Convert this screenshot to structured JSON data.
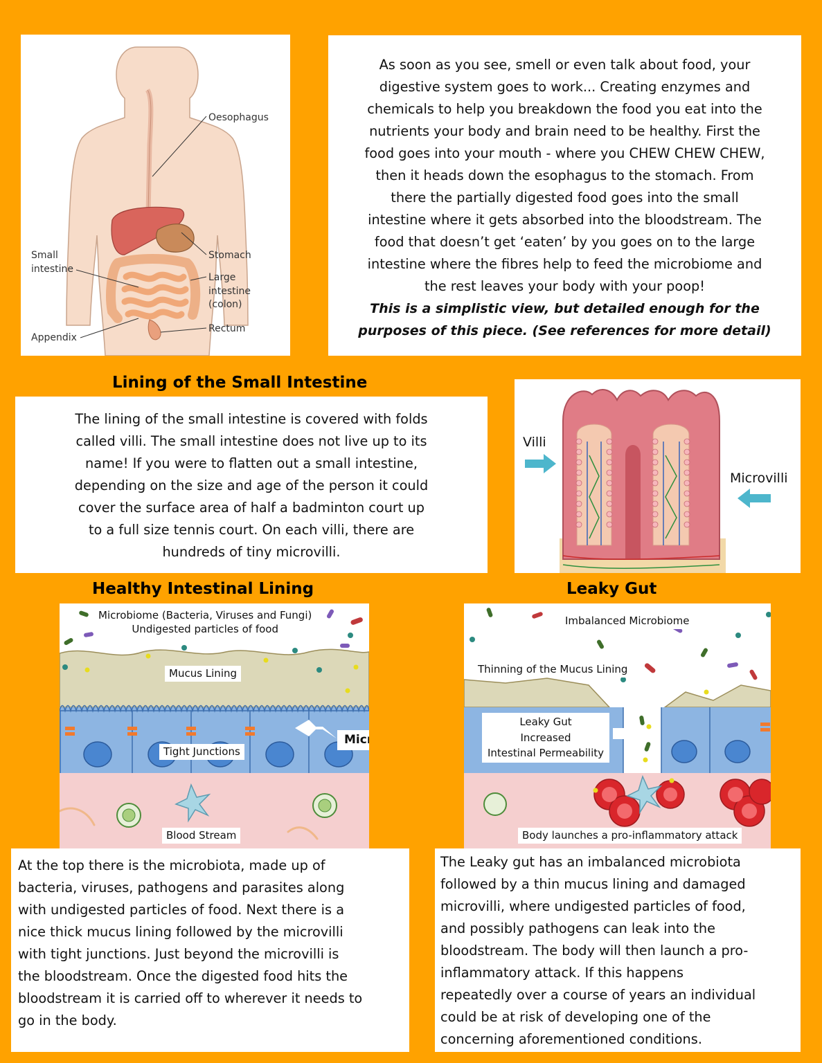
{
  "anatomy": {
    "labels": {
      "oesophagus": "Oesophagus",
      "stomach": "Stomach",
      "small_intestine": "Small\nintestine",
      "large_intestine": "Large\nintestine\n(colon)",
      "rectum": "Rectum",
      "appendix": "Appendix"
    }
  },
  "intro": {
    "body": "As soon as you see, smell or even talk about food, your\ndigestive system goes to work...  Creating enzymes and\nchemicals to help you breakdown the food you eat into the\nnutrients your body and brain need to be healthy. First the\nfood goes into your mouth - where you CHEW CHEW CHEW,\nthen it heads down the esophagus to the stomach.  From\nthere the partially digested food goes into the small\nintestine where it gets absorbed into the bloodstream.  The\nfood that doesn’t get ‘eaten’ by you goes on to the large\nintestine where the fibres help to feed the microbiome and\nthe rest leaves your body with your poop!",
    "emphasis": "This is a simplistic view, but detailed enough for the\npurposes of this piece. (See references for more detail)"
  },
  "lining": {
    "heading": "Lining of the Small Intestine",
    "body": "The lining of the small intestine is covered with folds\ncalled villi.  The small intestine does not live up to its\nname!  If you were to flatten out a small intestine,\ndepending on the size and age of the person it could\ncover the surface area of half a badminton court up\nto a full size tennis court.  On each villi, there are\nhundreds of tiny microvilli.",
    "villi_label": "Villi",
    "microvilli_label": "Microvilli"
  },
  "healthy": {
    "heading": "Healthy Intestinal Lining",
    "labels": {
      "microbiome": "Microbiome (Bacteria, Viruses and Fungi)\nUndigested particles of food",
      "mucus": "Mucus Lining",
      "microvilli": "Microvilli",
      "junctions": "Tight Junctions",
      "blood": "Blood Stream"
    },
    "body": "At the top there is the microbiota, made up of\nbacteria, viruses, pathogens and parasites along\nwith undigested particles of food.  Next there is a\nnice thick mucus lining followed by the microvilli\nwith tight junctions.  Just beyond the microvilli is\nthe bloodstream.  Once the digested food hits the\nbloodstream it is carried off to wherever it needs to\ngo in the body."
  },
  "leaky": {
    "heading": "Leaky Gut",
    "labels": {
      "imbalanced": "Imbalanced Microbiome",
      "thinning": "Thinning of the Mucus Lining",
      "leaky": "Leaky Gut\nIncreased\nIntestinal Permeability",
      "attack": "Body launches a pro-inflammatory attack"
    },
    "body": "The Leaky gut has an imbalanced microbiota\nfollowed by a thin mucus lining and damaged\nmicrovilli, where undigested particles of food,\nand possibly pathogens can leak into the\nbloodstream. The body will then launch a pro-\ninflammatory attack.  If this happens\nrepeatedly over a course of years an individual\ncould be at risk of developing one of the\nconcerning aforementioned conditions."
  },
  "colors": {
    "background": "#FFA200",
    "mucus": "#DCD8B8",
    "cells": "#8DB5E2",
    "blood": "#F5CFCF",
    "arrow": "#4DB6CC"
  }
}
